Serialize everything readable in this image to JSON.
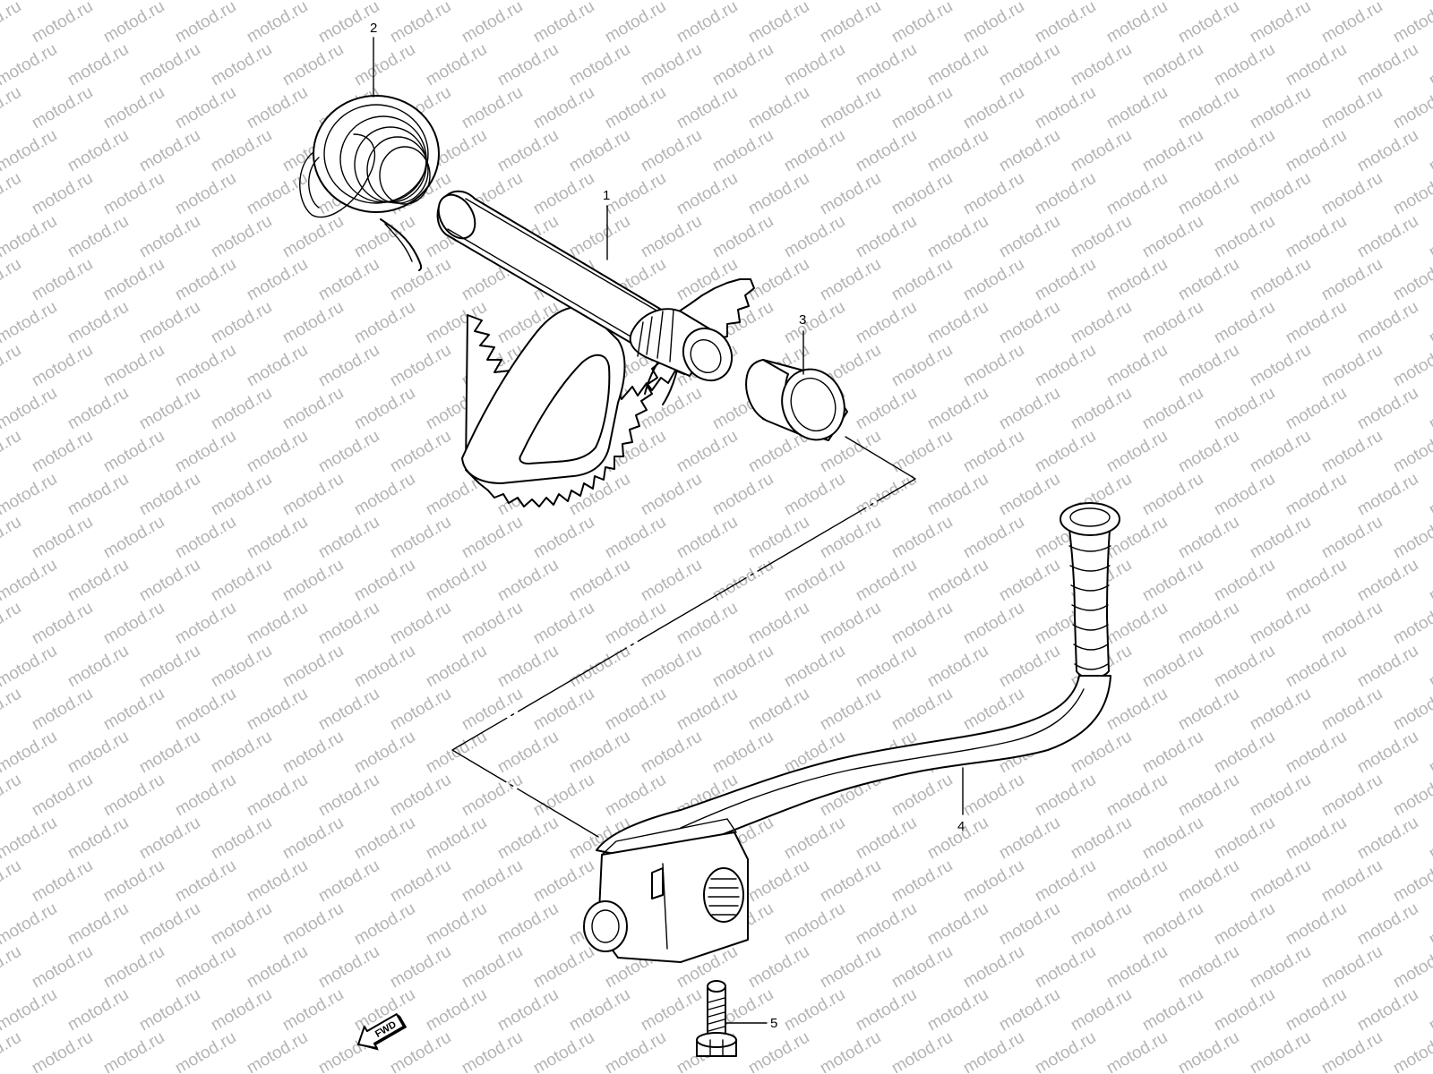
{
  "watermark": {
    "text": "motod.ru",
    "color": "#b4b4b4"
  },
  "callouts": [
    {
      "id": "1",
      "label": "1"
    },
    {
      "id": "2",
      "label": "2"
    },
    {
      "id": "3",
      "label": "3"
    },
    {
      "id": "4",
      "label": "4"
    },
    {
      "id": "5",
      "label": "5"
    }
  ],
  "fwd_arrow": {
    "label": "FWD",
    "icon": "forward-arrow-icon"
  },
  "colors": {
    "line": "#000000",
    "background": "#ffffff"
  }
}
